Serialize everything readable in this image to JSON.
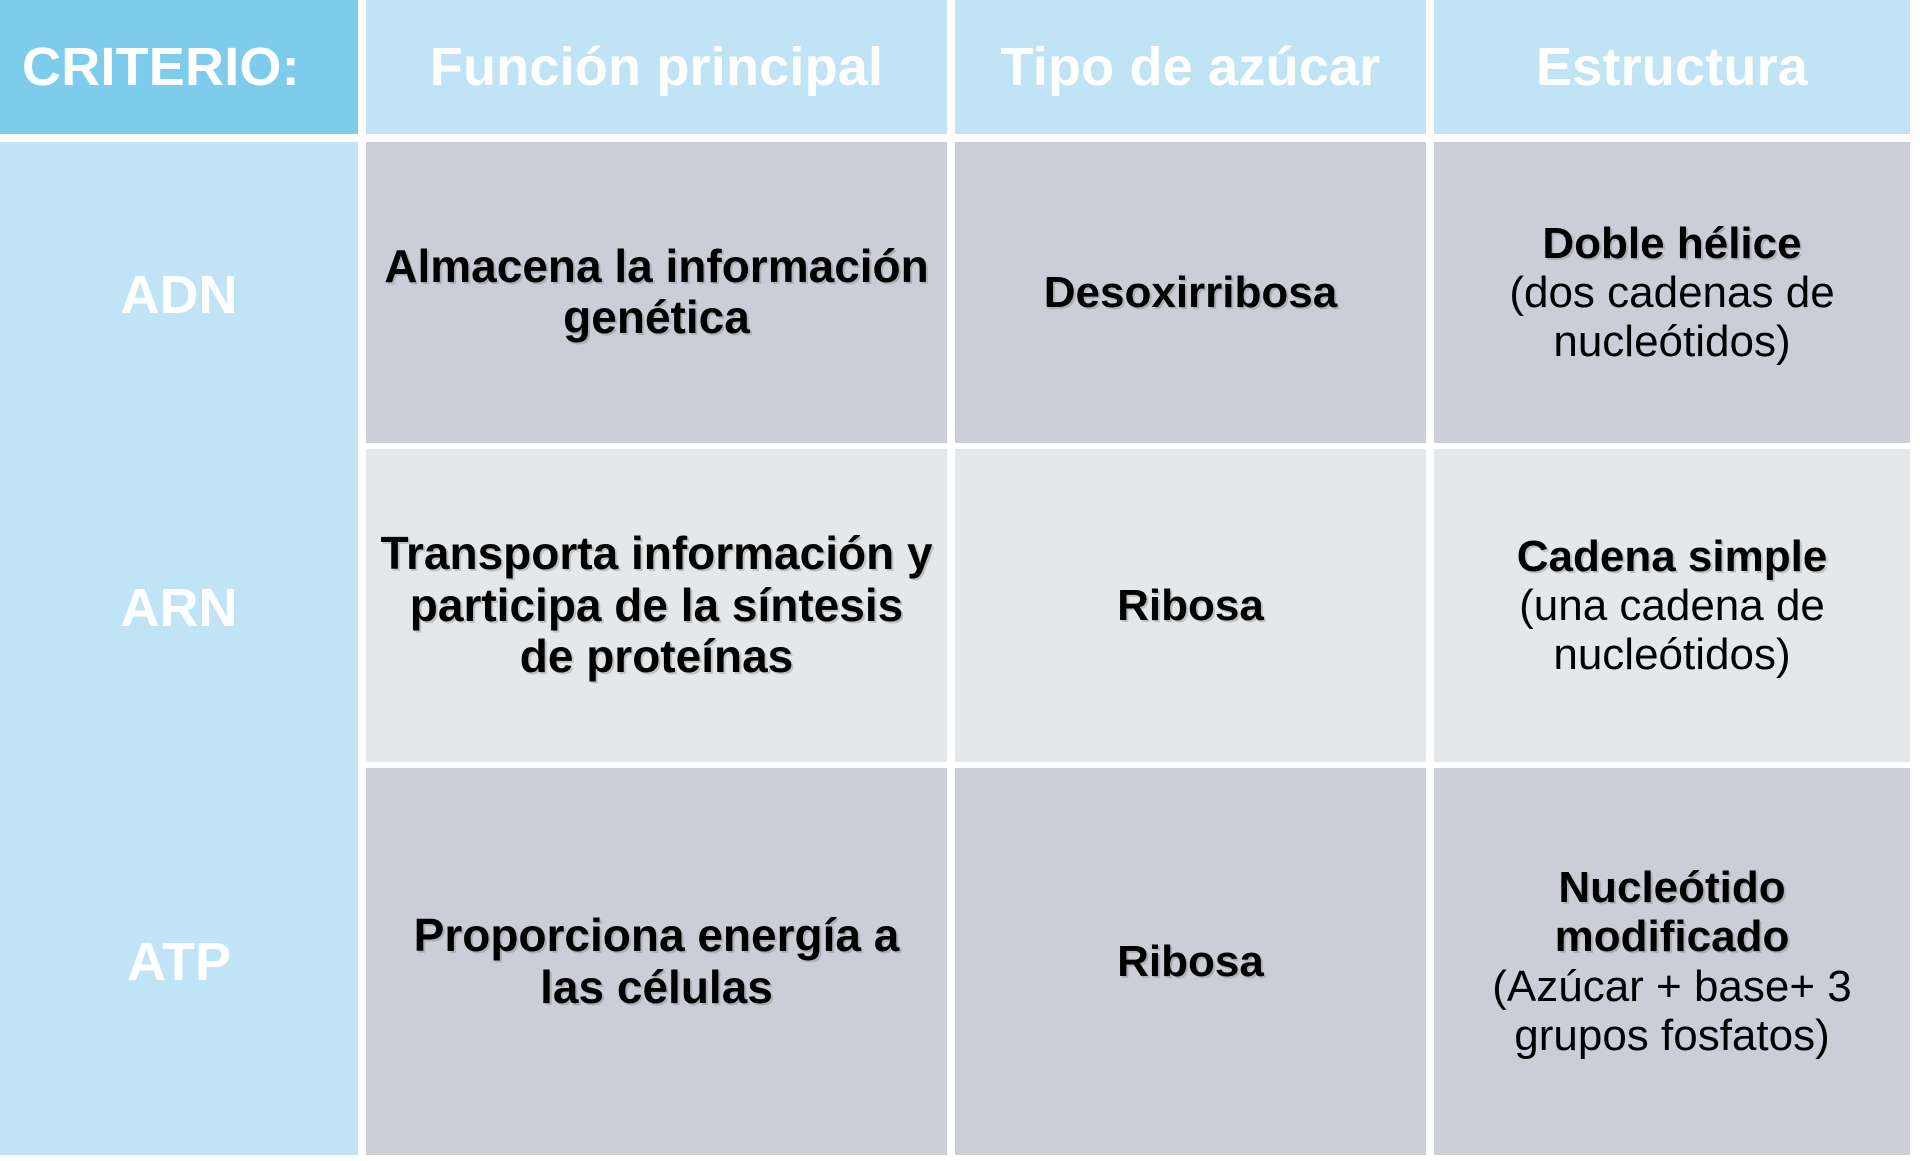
{
  "table": {
    "name": "comparacion-adn-arn-atp",
    "columns": [
      {
        "key": "criterio",
        "label": "CRITERIO:"
      },
      {
        "key": "funcion",
        "label": "Función principal"
      },
      {
        "key": "azucar",
        "label": "Tipo de azúcar"
      },
      {
        "key": "estructura",
        "label": "Estructura"
      }
    ],
    "rows": [
      {
        "label": "ADN",
        "funcion": "Almacena la información genética",
        "azucar": "Desoxirribosa",
        "estructura_main": "Doble hélice",
        "estructura_sub": "(dos cadenas de nucleótidos)"
      },
      {
        "label": "ARN",
        "funcion": "Transporta información y participa de la síntesis de proteínas",
        "azucar": "Ribosa",
        "estructura_main": "Cadena simple",
        "estructura_sub": "(una cadena de nucleótidos)"
      },
      {
        "label": "ATP",
        "funcion": "Proporciona energía a las células",
        "azucar": "Ribosa",
        "estructura_main": "Nucleótido modificado",
        "estructura_sub": "(Azúcar + base+ 3 grupos fosfatos)"
      }
    ]
  },
  "colors": {
    "header_criterio_bg": "#7ECCEC",
    "header_bg": "#C0E4F5",
    "rowlabel_bg": "#C0E4F5",
    "shade_dark": "#CBCED6",
    "shade_light": "#E5E8EA",
    "header_text": "#FFFFFF",
    "body_text": "#000000",
    "gridline": "#FFFFFF"
  }
}
